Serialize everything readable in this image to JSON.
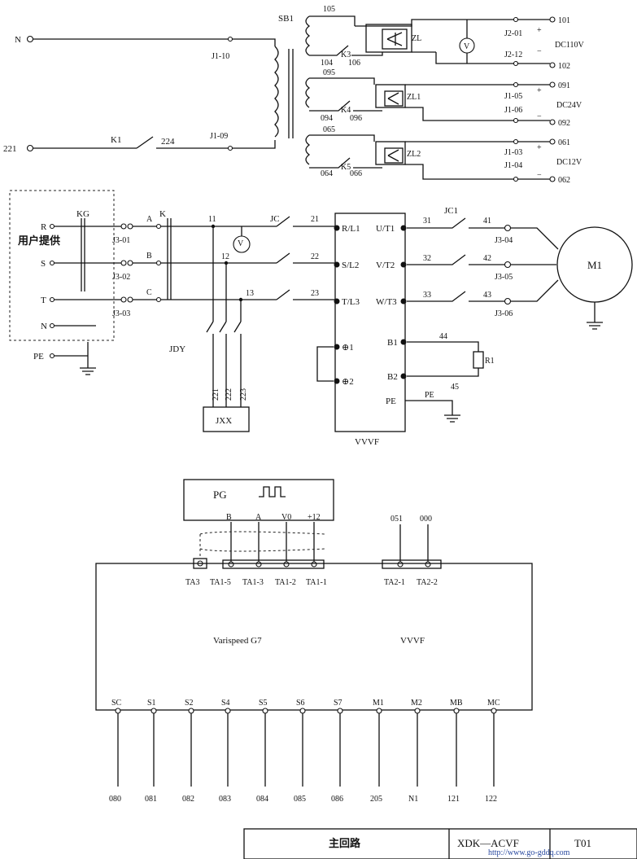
{
  "supply": {
    "n": "N",
    "l221": "221",
    "k1": "K1",
    "n224": "224",
    "sb1": "SB1",
    "j1_10": "J1-10",
    "j1_09": "J1-09"
  },
  "dc": {
    "n105": "105",
    "n104": "104",
    "k3": "K3",
    "n106": "106",
    "zl": "ZL",
    "v": "V",
    "j2_01": "J2-01",
    "j2_12": "J2-12",
    "n101": "101",
    "n102": "102",
    "dc110": "DC110V",
    "n095": "095",
    "n094": "094",
    "k4": "K4",
    "n096": "096",
    "zl1": "ZL1",
    "j1_05": "J1-05",
    "j1_06": "J1-06",
    "n091": "091",
    "n092": "092",
    "dc24": "DC24V",
    "n065": "065",
    "n064": "064",
    "k5": "K5",
    "n066": "066",
    "zl2": "ZL2",
    "j1_03": "J1-03",
    "j1_04": "J1-04",
    "n061": "061",
    "n062": "062",
    "dc12": "DC12V",
    "plus": "+",
    "minus": "−"
  },
  "main": {
    "user": "用户提供",
    "r": "R",
    "s": "S",
    "t": "T",
    "no": "N",
    "pe": "PE",
    "kg": "KG",
    "k": "K",
    "a": "A",
    "b": "B",
    "c": "C",
    "j3_01": "J3-01",
    "j3_02": "J3-02",
    "j3_03": "J3-03",
    "n11": "11",
    "n12": "12",
    "n13": "13",
    "jc": "JC",
    "n21": "21",
    "n22": "22",
    "n23": "23",
    "rl1": "R/L1",
    "sl2": "S/L2",
    "tl3": "T/L3",
    "ut1": "U/T1",
    "vt2": "V/T2",
    "wt3": "W/T3",
    "jc1": "JC1",
    "n31": "31",
    "n32": "32",
    "n33": "33",
    "n41": "41",
    "n42": "42",
    "n43": "43",
    "j3_04": "J3-04",
    "j3_05": "J3-05",
    "j3_06": "J3-06",
    "m1": "M1",
    "b1": "B1",
    "b2": "B2",
    "r1": "R1",
    "n44": "44",
    "n45": "45",
    "pe_term": "PE",
    "pe_line": "PE",
    "p1": "⊕1",
    "p2": "⊕2",
    "vvvf": "VVVF",
    "jdy": "JDY",
    "jxx": "JXX",
    "n221": "221",
    "n222": "222",
    "n223": "223",
    "v": "V"
  },
  "pg": {
    "pg": "PG",
    "b": "B",
    "a": "A",
    "v0": "V0",
    "p12": "+12",
    "n051": "051",
    "n000": "000",
    "ta3": "TA3",
    "ta1_5": "TA1-5",
    "ta1_3": "TA1-3",
    "ta1_2": "TA1-2",
    "ta1_1": "TA1-1",
    "ta2_1": "TA2-1",
    "ta2_2": "TA2-2",
    "varispeed": "Varispeed G7",
    "vvvf": "VVVF",
    "terms": [
      "SC",
      "S1",
      "S2",
      "S4",
      "S5",
      "S6",
      "S7",
      "M1",
      "M2",
      "MB",
      "MC"
    ],
    "wires": [
      "080",
      "081",
      "082",
      "083",
      "084",
      "085",
      "086",
      "205",
      "N1",
      "121",
      "122"
    ]
  },
  "title_block": {
    "main": "主回路",
    "code": "XDK—ACVF",
    "sheet": "T01",
    "url": "http://www.go-gddq.com"
  }
}
